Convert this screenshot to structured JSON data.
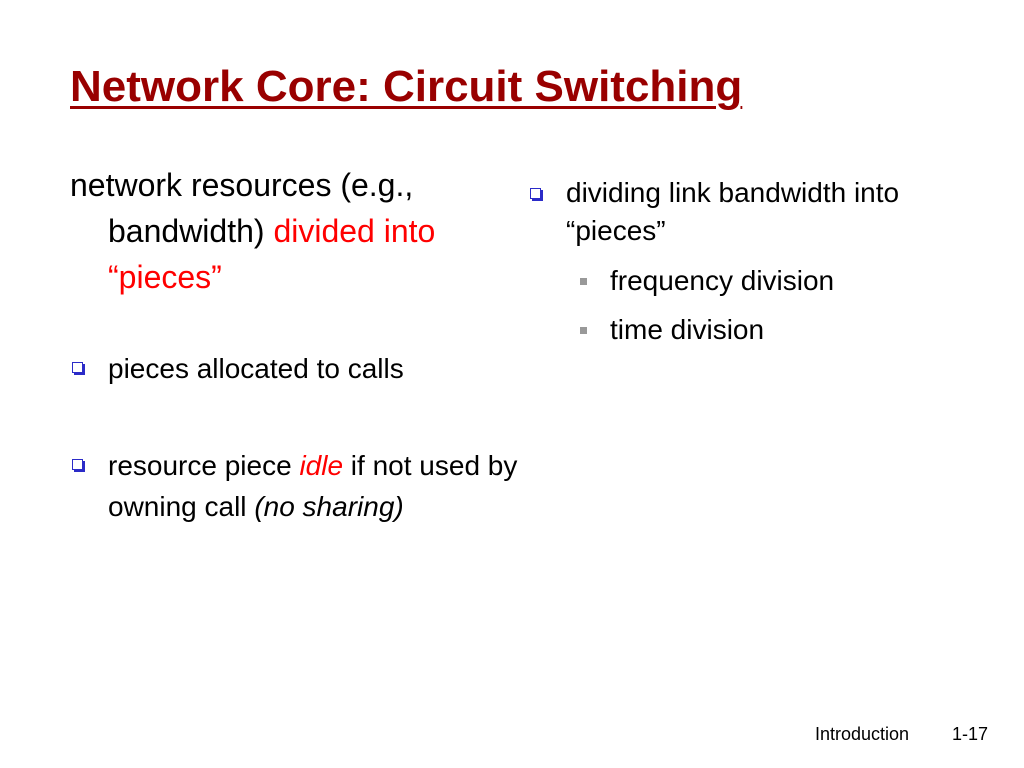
{
  "slide": {
    "title": "Network Core: Circuit Switching",
    "intro": {
      "text_1": "network resources (e.g., bandwidth) ",
      "highlight": "divided into “pieces”"
    },
    "left_bullets": [
      {
        "text": "pieces allocated to calls"
      },
      {
        "text_1": "resource piece ",
        "emph": "idle",
        "text_2": " if not used by owning call ",
        "paren": "(no sharing)"
      }
    ],
    "right_bullet": {
      "text": "dividing link bandwidth into “pieces”",
      "sub_items": [
        "frequency division",
        "time division"
      ]
    }
  },
  "footer": {
    "label": "Introduction",
    "page": "1-17"
  },
  "colors": {
    "title": "#990000",
    "highlight": "#ff0000",
    "bullet_box": "#2b2bc8",
    "sub_bullet": "#999999"
  }
}
